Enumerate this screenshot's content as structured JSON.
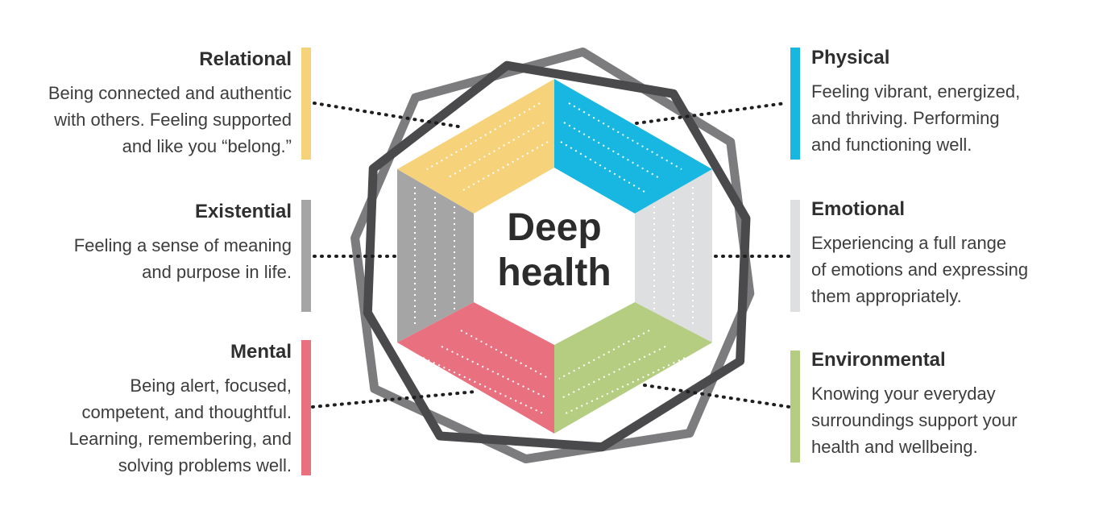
{
  "center": {
    "line1": "Deep",
    "line2": "health"
  },
  "dimensions": {
    "relational": {
      "title": "Relational",
      "lines": [
        "Being connected and authentic",
        "with others. Feeling supported",
        "and like you “belong.”"
      ],
      "color": "#f6d37b"
    },
    "existential": {
      "title": "Existential",
      "lines": [
        "Feeling a sense of meaning",
        "and purpose in life."
      ],
      "color": "#a5a5a6"
    },
    "mental": {
      "title": "Mental",
      "lines": [
        "Being alert, focused,",
        "competent, and thoughtful.",
        "Learning, remembering, and",
        "solving problems well."
      ],
      "color": "#e9717f"
    },
    "physical": {
      "title": "Physical",
      "lines": [
        "Feeling vibrant, energized,",
        "and thriving. Performing",
        "and functioning well."
      ],
      "color": "#18b7e1"
    },
    "emotional": {
      "title": "Emotional",
      "lines": [
        "Experiencing a full range",
        "of emotions and expressing",
        "them appropriately."
      ],
      "color": "#dedfe0"
    },
    "environmental": {
      "title": "Environmental",
      "lines": [
        "Knowing your everyday",
        "surroundings support your",
        "health and wellbeing."
      ],
      "color": "#b4cd80"
    }
  }
}
